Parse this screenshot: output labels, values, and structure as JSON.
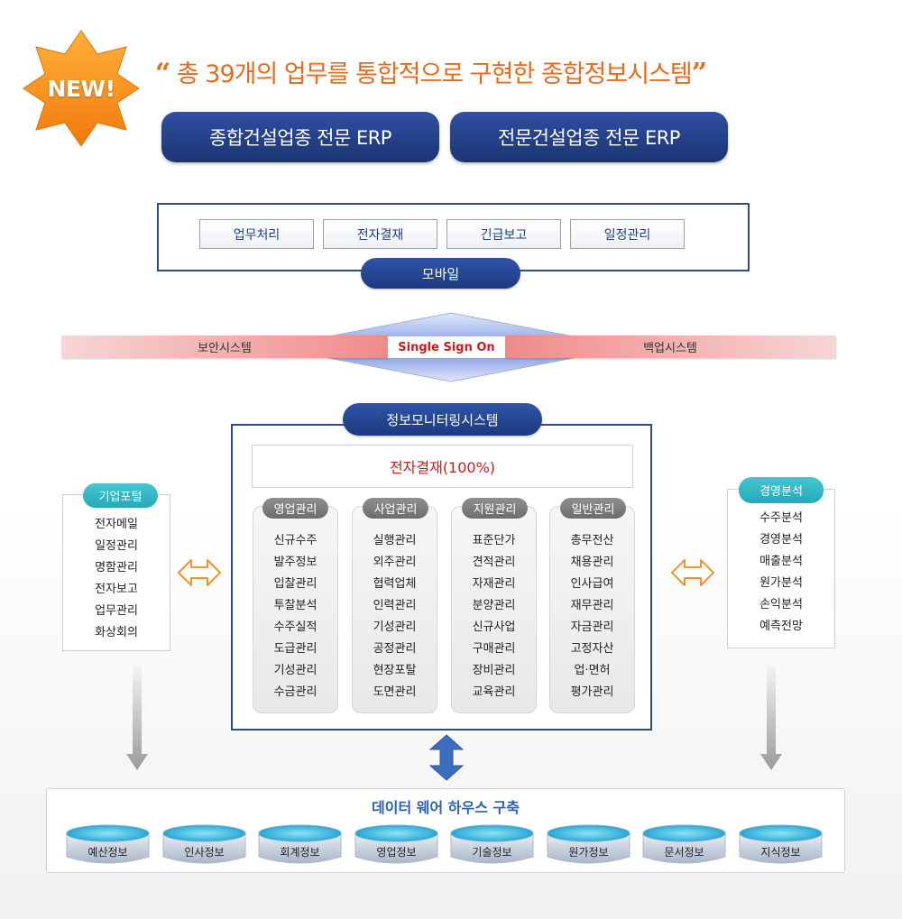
{
  "header": {
    "badge": "NEW!",
    "open_quote": "“",
    "headline": " 총 39개의 업무를 통합적으로 구현한 종합정보시스템",
    "close_quote": "”",
    "erp_buttons": [
      "종합건설업종 전문 ERP",
      "전문건설업종 전문 ERP"
    ]
  },
  "mobile": {
    "label": "모바일",
    "items": [
      "업무처리",
      "전자결재",
      "긴급보고",
      "일정관리"
    ]
  },
  "sso": {
    "left": "보안시스템",
    "center": "Single Sign On",
    "right": "백업시스템"
  },
  "monitoring": {
    "title": "정보모니터링시스템",
    "approval": "전자결재(100%)",
    "columns": [
      {
        "title": "영업관리",
        "items": [
          "신규수주",
          "발주정보",
          "입찰관리",
          "투찰분석",
          "수주실적",
          "도급관리",
          "기성관리",
          "수금관리"
        ]
      },
      {
        "title": "사업관리",
        "items": [
          "실행관리",
          "외주관리",
          "협력업체",
          "인력관리",
          "기성관리",
          "공정관리",
          "현장포탈",
          "도면관리"
        ]
      },
      {
        "title": "지원관리",
        "items": [
          "표준단가",
          "견적관리",
          "자재관리",
          "분양관리",
          "신규사업",
          "구매관리",
          "장비관리",
          "교육관리"
        ]
      },
      {
        "title": "일반관리",
        "items": [
          "총무전산",
          "채용관리",
          "인사급여",
          "재무관리",
          "자금관리",
          "고정자산",
          "업·면허",
          "평가관리"
        ]
      }
    ]
  },
  "portal": {
    "title": "기업포털",
    "items": [
      "전자메일",
      "일정관리",
      "명함관리",
      "전자보고",
      "업무관리",
      "화상회의"
    ]
  },
  "analysis": {
    "title": "경영분석",
    "items": [
      "수주분석",
      "경영분석",
      "매출분석",
      "원가분석",
      "손익분석",
      "예측전망"
    ]
  },
  "warehouse": {
    "title": "데이터 웨어 하우스 구축",
    "items": [
      "예산정보",
      "인사정보",
      "회계정보",
      "영업정보",
      "기술정보",
      "원가정보",
      "문서정보",
      "지식정보"
    ]
  },
  "colors": {
    "navy": "#1f3c82",
    "orange": "#e86a1a",
    "red": "#d11a1a",
    "teal": "#2fb5c2",
    "pink": "#f08a8a"
  },
  "icons": [
    "new-badge-icon",
    "double-arrow-icon",
    "down-arrow-icon",
    "updown-arrow-icon",
    "database-icon"
  ]
}
